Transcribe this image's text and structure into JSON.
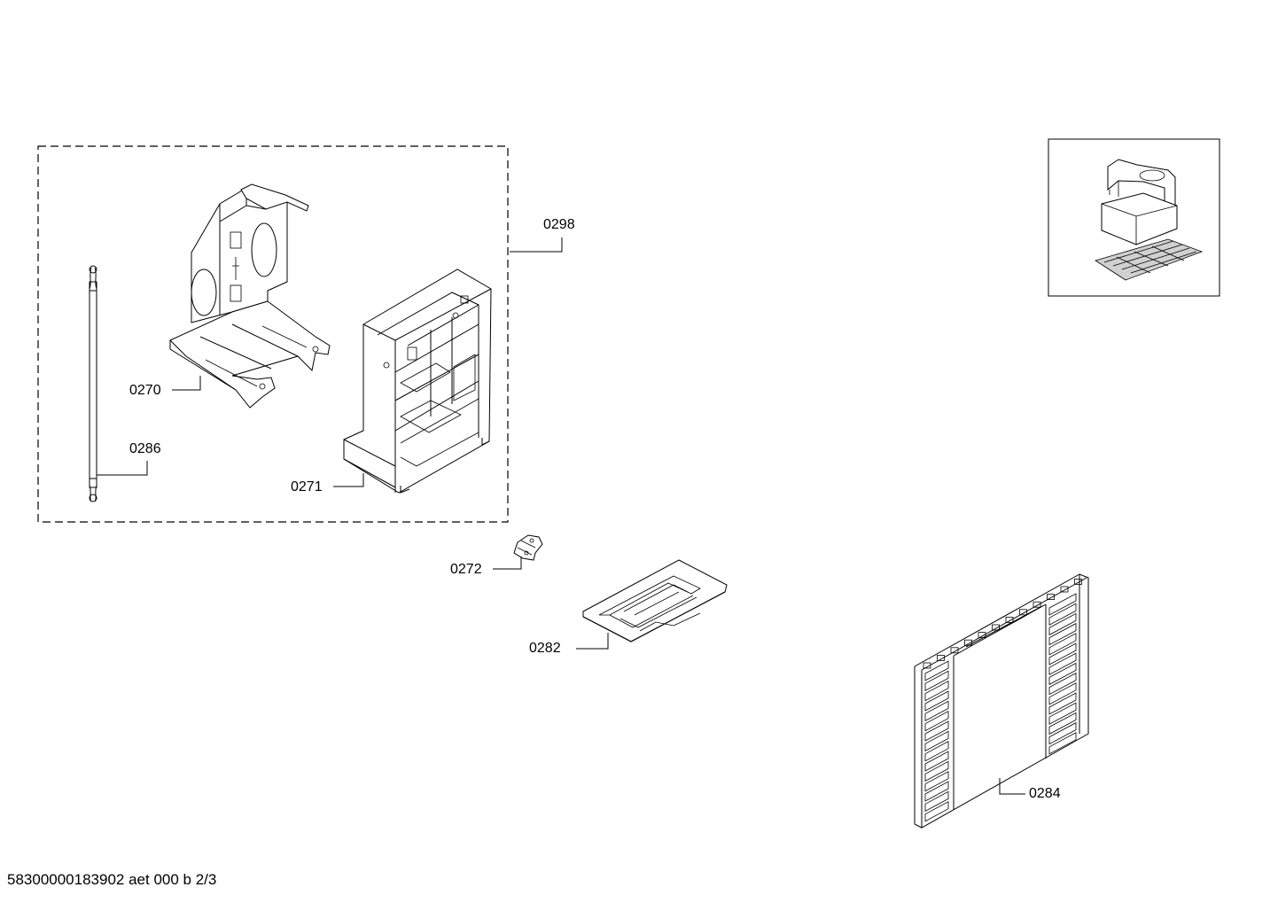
{
  "parts": [
    {
      "id": "0298",
      "label": "0298"
    },
    {
      "id": "0270",
      "label": "0270"
    },
    {
      "id": "0286",
      "label": "0286"
    },
    {
      "id": "0271",
      "label": "0271"
    },
    {
      "id": "0272",
      "label": "0272"
    },
    {
      "id": "0282",
      "label": "0282"
    },
    {
      "id": "0284",
      "label": "0284"
    }
  ],
  "footer": {
    "code": "58300000183902 aet 000 b 2/3"
  },
  "colors": {
    "line": "#000000",
    "background": "#ffffff",
    "shade": "#d0d0d0"
  }
}
